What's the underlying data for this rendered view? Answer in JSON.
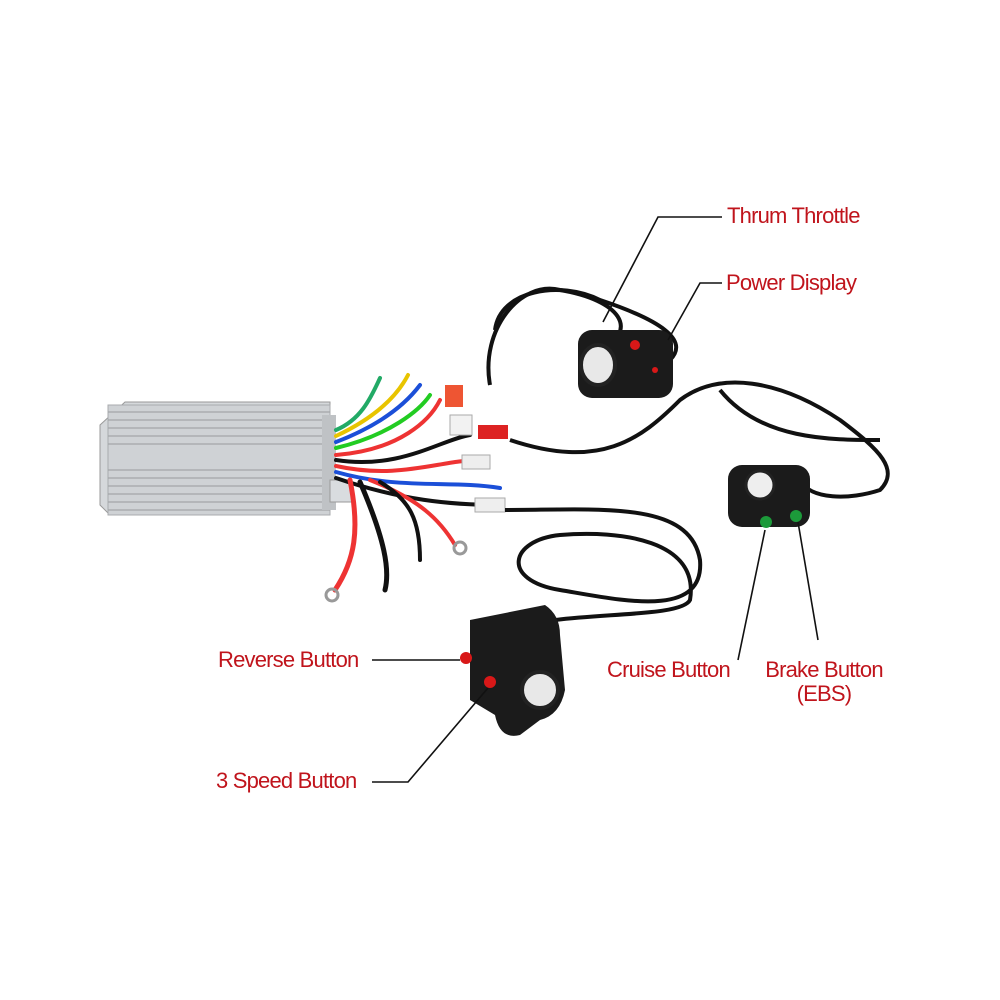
{
  "labels": {
    "thumb_throttle": "Thrum Throttle",
    "power_display": "Power Display",
    "reverse_button": "Reverse Button",
    "speed_button": "3 Speed Button",
    "cruise_button": "Cruise Button",
    "brake_button_line1": "Brake Button",
    "brake_button_line2": "(EBS)"
  },
  "colors": {
    "label": "#c0141c",
    "leader": "#111111",
    "controller": "#c9cccf",
    "cable": "#111111"
  }
}
